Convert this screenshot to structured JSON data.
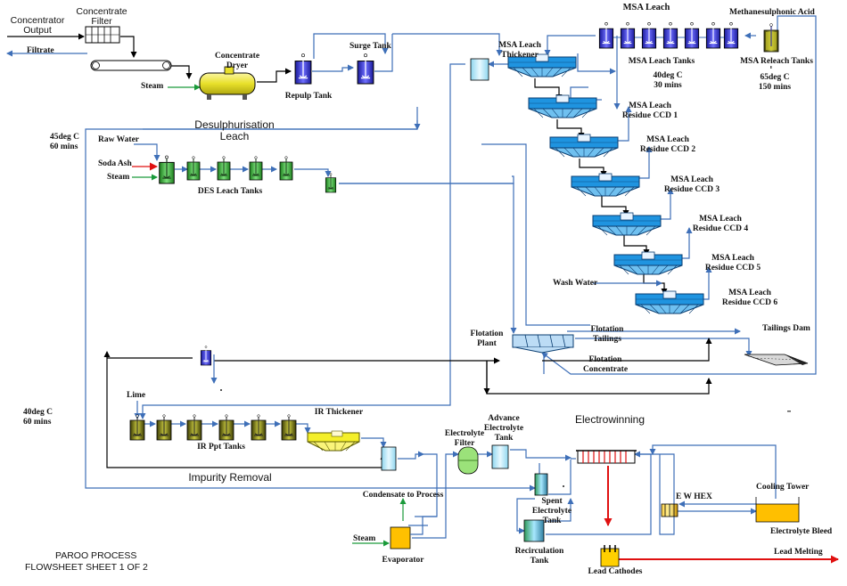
{
  "labels": {
    "concentrator_output_1": "Concentrator",
    "concentrator_output_2": "Output",
    "concentrate_filter_1": "Concentrate",
    "concentrate_filter_2": "Filter",
    "filtrate": "Filtrate",
    "steam_dryer": "Steam",
    "concentrate_dryer_1": "Concentrate",
    "concentrate_dryer_2": "Dryer",
    "repulp_tank": "Repulp Tank",
    "surge_tank": "Surge Tank",
    "msa_leach_title": "MSA Leach",
    "methanesulphonic_acid": "Methanesulphonic Acid",
    "msa_leach_thickener_1": "MSA Leach",
    "msa_leach_thickener_2": "Thickener",
    "msa_leach_tanks": "MSA Leach Tanks",
    "msa_leach_tanks_cond_1": "40deg C",
    "msa_leach_tanks_cond_2": "30 mins",
    "msa_releach_tanks": "MSA Releach Tanks",
    "releach_cond_1": "65deg C",
    "releach_cond_2": "150 mins",
    "desulph_1": "Desulphurisation",
    "desulph_2": "Leach",
    "des_cond_1": "45deg C",
    "des_cond_2": "60 mins",
    "raw_water": "Raw Water",
    "soda_ash": "Soda Ash",
    "steam_des": "Steam",
    "des_leach_tanks": "DES Leach Tanks",
    "ccd1_1": "MSA Leach",
    "ccd1_2": "Residue CCD 1",
    "ccd2_1": "MSA Leach",
    "ccd2_2": "Residue CCD 2",
    "ccd3_1": "MSA Leach",
    "ccd3_2": "Residue CCD 3",
    "ccd4_1": "MSA Leach",
    "ccd4_2": "Residue CCD 4",
    "ccd5_1": "MSA Leach",
    "ccd5_2": "Residue CCD 5",
    "ccd6_1": "MSA Leach",
    "ccd6_2": "Residue CCD 6",
    "wash_water": "Wash Water",
    "flotation_plant_1": "Flotation",
    "flotation_plant_2": "Plant",
    "flotation_tailings_1": "Flotation",
    "flotation_tailings_2": "Tailings",
    "tailings_dam": "Tailings Dam",
    "flotation_concentrate_1": "Flotation",
    "flotation_concentrate_2": "Concentrate",
    "ir_cond_1": "40deg C",
    "ir_cond_2": "60 mins",
    "lime": "Lime",
    "ir_ppt_tanks": "IR Ppt Tanks",
    "ir_thickener": "IR Thickener",
    "impurity_removal": "Impurity Removal",
    "electrolyte_filter_1": "Electrolyte",
    "electrolyte_filter_2": "Filter",
    "advance_electrolyte_1": "Advance",
    "advance_electrolyte_2": "Electrolyte",
    "advance_electrolyte_3": "Tank",
    "electrowinning": "Electrowinning",
    "condensate": "Condensate to Process",
    "steam_evap": "Steam",
    "evaporator": "Evaporator",
    "spent_electrolyte_1": "Spent",
    "spent_electrolyte_2": "Electrolyte",
    "spent_electrolyte_3": "Tank",
    "recirculation_1": "Recirculation",
    "recirculation_2": "Tank",
    "ew_hex": "E W HEX",
    "cooling_tower": "Cooling Tower",
    "electrolyte_bleed": "Electrolyte Bleed",
    "lead_cathodes": "Lead Cathodes",
    "lead_melting": "Lead Melting",
    "paroo_1": "PAROO PROCESS",
    "paroo_2": "FLOWSHEET SHEET 1 OF 2"
  },
  "colors": {
    "stream": "#3e6fb8",
    "black_stream": "#000000",
    "steam_green": "#1a9a3a",
    "acid_red": "#e01010",
    "thickener_blue": "#1f94e0",
    "tank_blue": "#2a2adf",
    "des_green": "#3db83d",
    "ir_olive": "#8a8a10",
    "dryer_yellow": "#f2ee3a",
    "ir_thickener_yellow": "#f4ef2a",
    "light_cyan": "#bfe9f7",
    "evaporator_orange": "#ffc000",
    "cooling_tower_orange": "#ffbf00"
  }
}
